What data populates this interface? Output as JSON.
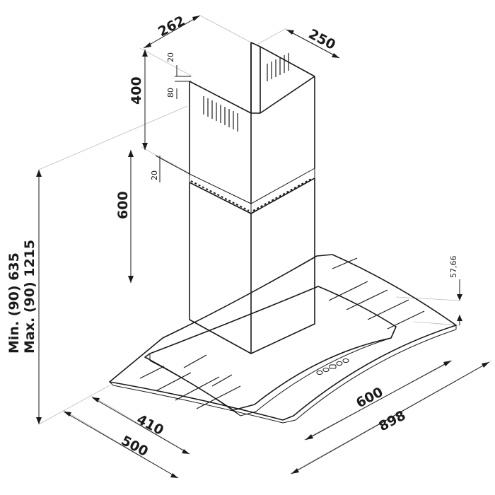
{
  "dimensions": {
    "chimney_width": "262",
    "chimney_depth": "250",
    "upper_chimney_height": "400",
    "top_gap": "20",
    "vent_offset": "80",
    "overlap": "20",
    "lower_chimney_height": "600",
    "glass_thickness": "57,66",
    "body_width": "600",
    "total_width": "898",
    "body_depth": "410",
    "total_depth": "500",
    "min_height": "Min. (90) 635",
    "max_height": "Max. (90) 1215"
  },
  "colors": {
    "line": "#1a1a1a",
    "guide": "#bdbdbd"
  }
}
